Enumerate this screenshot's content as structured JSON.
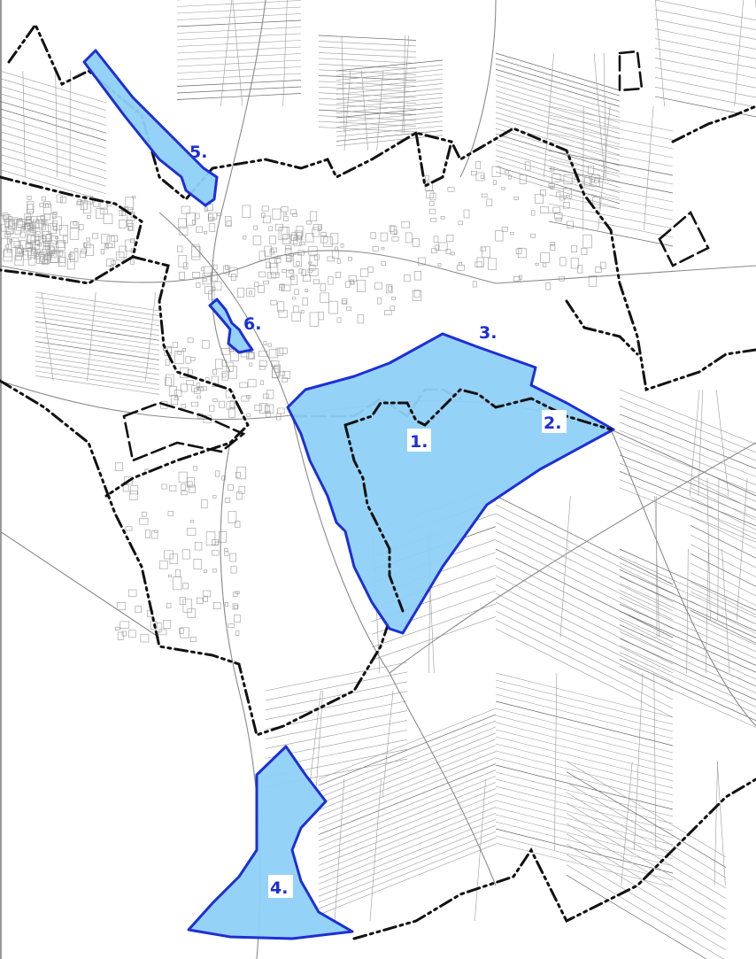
{
  "map": {
    "colors": {
      "zone_fill": "#8fd0f7",
      "zone_stroke": "#1c2fd6",
      "label_text": "#1c2fd6",
      "label_bg": "#ffffff",
      "parcel_line": "#9a9a9a",
      "boundary_line": "#111111"
    },
    "zones": [
      {
        "id": "zone-1",
        "label": "1."
      },
      {
        "id": "zone-2",
        "label": "2."
      },
      {
        "id": "zone-3",
        "label": "3."
      },
      {
        "id": "zone-4",
        "label": "4."
      },
      {
        "id": "zone-5",
        "label": "5."
      },
      {
        "id": "zone-6",
        "label": "6."
      }
    ]
  }
}
